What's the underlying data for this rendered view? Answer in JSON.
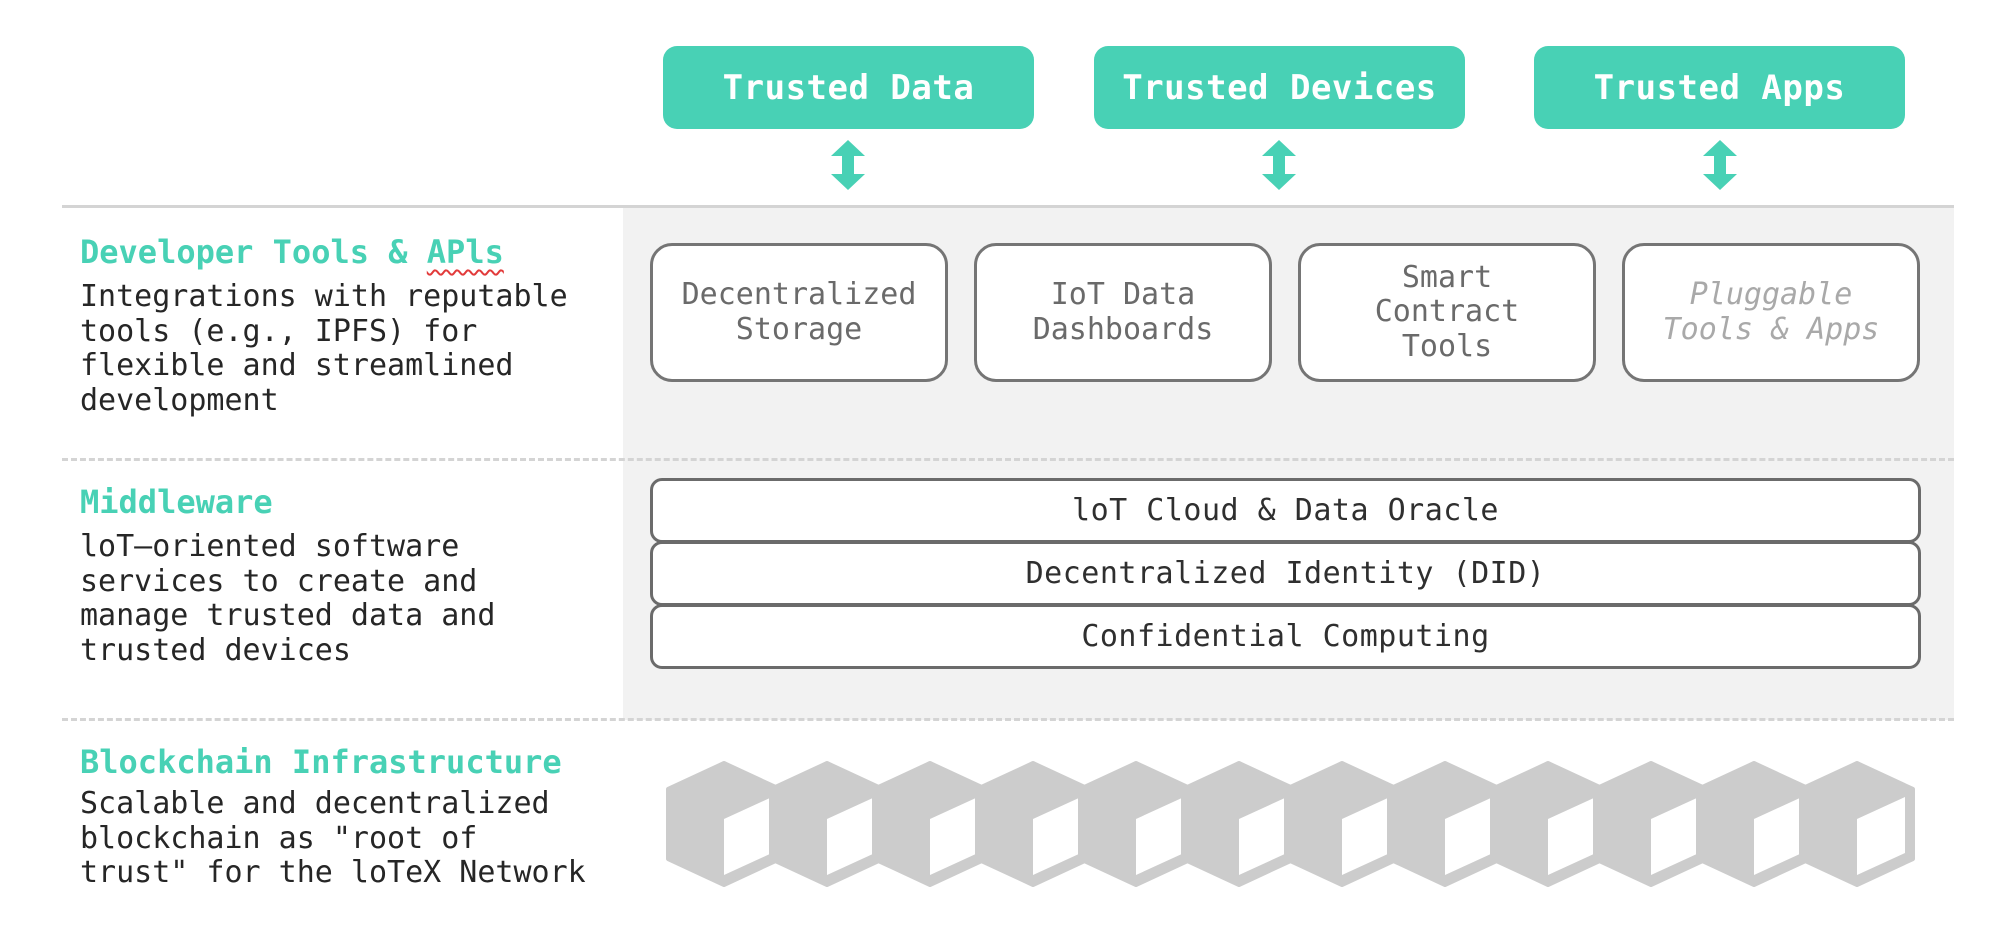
{
  "trusted": [
    {
      "label": "Trusted Data"
    },
    {
      "label": "Trusted Devices"
    },
    {
      "label": "Trusted Apps"
    }
  ],
  "sections": {
    "dev": {
      "title_main": "Developer Tools & ",
      "title_tail": "APls",
      "desc": "Integrations with reputable\ntools (e.g., IPFS) for\nflexible and streamlined\ndevelopment"
    },
    "middleware": {
      "title": "Middleware",
      "desc": "loT–oriented software\nservices to create and\nmanage trusted data and\ntrusted devices"
    },
    "blockchain": {
      "title": "Blockchain Infrastructure",
      "desc": "Scalable and decentralized\nblockchain as \"root of\ntrust\" for the loTeX Network"
    }
  },
  "tools": [
    {
      "label": "Decentralized\nStorage"
    },
    {
      "label": "IoT Data\nDashboards"
    },
    {
      "label": "Smart\nContract\nTools"
    },
    {
      "label": "Pluggable\nTools & Apps"
    }
  ],
  "middleware_bars": [
    {
      "label": "loT Cloud & Data Oracle"
    },
    {
      "label": "Decentralized Identity (DID)"
    },
    {
      "label": "Confidential Computing"
    }
  ],
  "colors": {
    "accent": "#48d1b5",
    "panel": "#f2f2f2",
    "border": "#757575",
    "cube": "#cccccc"
  },
  "icons": {
    "arrow": "double-vertical-arrow-icon",
    "block": "cube-icon"
  }
}
